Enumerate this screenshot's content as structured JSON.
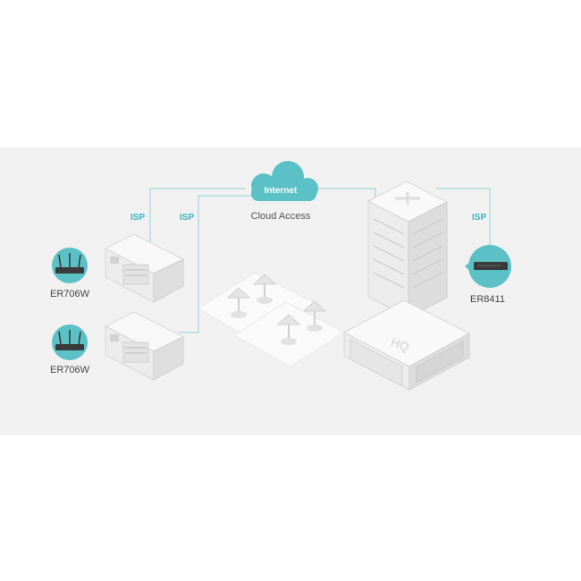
{
  "cloud": {
    "label": "Internet",
    "caption": "Cloud Access"
  },
  "links": {
    "isp_label": "ISP"
  },
  "branches": [
    {
      "device": "ER706W"
    },
    {
      "device": "ER706W"
    }
  ],
  "hq": {
    "device": "ER8411",
    "sign": "HQ"
  },
  "colors": {
    "accent": "#5bc1c6",
    "line": "#8fd3d6",
    "panel": "#f1f1f1"
  }
}
